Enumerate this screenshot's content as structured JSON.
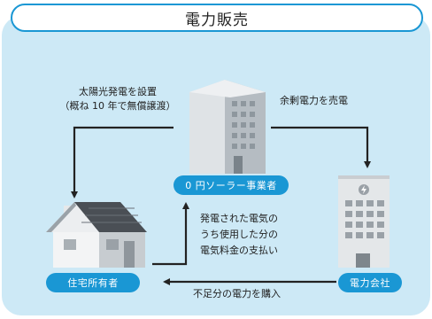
{
  "title": "電力販売",
  "labels": {
    "solar_operator": "0 円ソーラー事業者",
    "homeowner": "住宅所有者",
    "power_company": "電力会社"
  },
  "annotations": {
    "install_line1": "太陽光発電を設置",
    "install_line2": "（概ね 10 年で無償譲渡）",
    "sell_surplus": "余剰電力を売電",
    "payment_line1": "発電された電気の",
    "payment_line2": "うち使用した分の",
    "payment_line3": "電気料金の支払い",
    "buy_shortfall": "不足分の電力を購入"
  },
  "colors": {
    "accent": "#1a97d4",
    "panel": "#cde9f6",
    "arrow": "#222222"
  }
}
